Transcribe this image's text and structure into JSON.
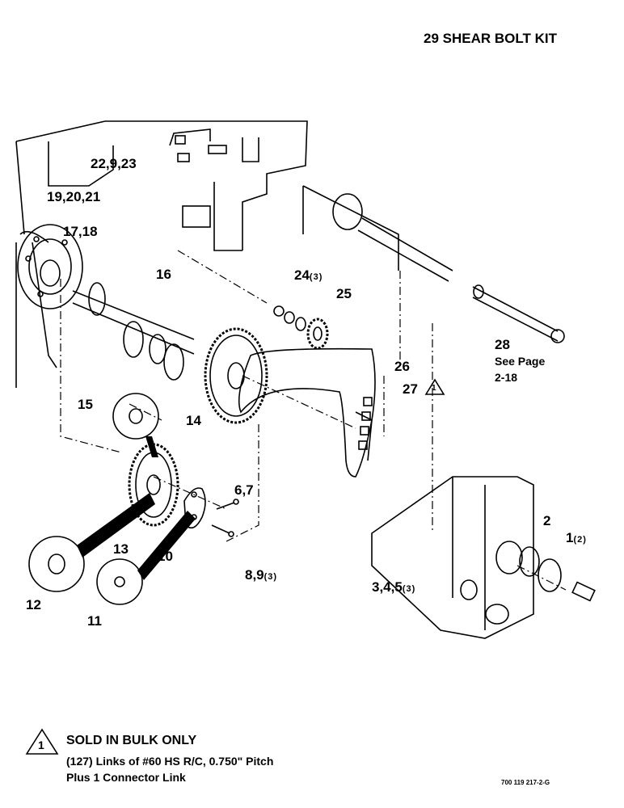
{
  "title": "29 SHEAR BOLT KIT",
  "callouts": {
    "c22": "22,9,23",
    "c19": "19,20,21",
    "c17": "17,18",
    "c16": "16",
    "c24": "24",
    "c24_qty": "(3)",
    "c25": "25",
    "c28": "28",
    "c28_ref1": "See Page",
    "c28_ref2": "2-18",
    "c26": "26",
    "c27": "27",
    "c15": "15",
    "c14": "14",
    "c6": "6,7",
    "c13": "13",
    "c10": "10",
    "c8": "8,9",
    "c8_qty": "(3)",
    "c12": "12",
    "c11": "11",
    "c2": "2",
    "c1": "1",
    "c1_qty": "(2)",
    "c3": "3,4,5",
    "c3_qty": "(3)"
  },
  "triangle_note_number": "1",
  "note": {
    "heading": "SOLD IN BULK ONLY",
    "line1": "(127) Links of #60 HS R/C, 0.750\" Pitch",
    "line2": "Plus 1 Connector Link"
  },
  "document_number": "700 119 217-2-G"
}
